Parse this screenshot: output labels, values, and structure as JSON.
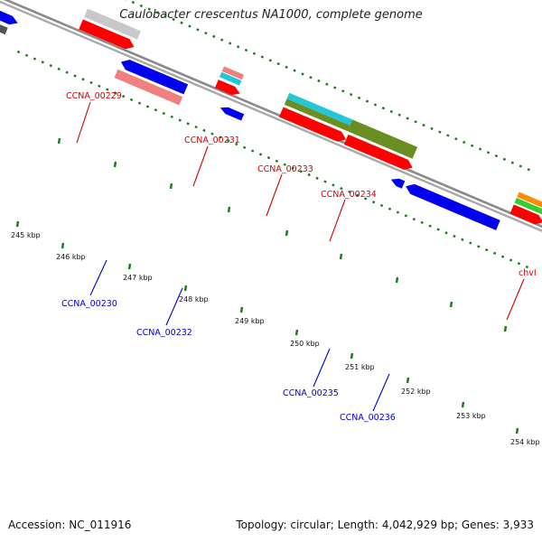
{
  "title": "Caulobacter crescentus NA1000, complete genome",
  "footer": {
    "accession": "Accession: NC_011916",
    "summary": "Topology: circular; Length: 4,042,929 bp; Genes: 3,933"
  },
  "colors": {
    "backbone": "#8a8a8a",
    "tick": "#1a7a1a",
    "label_top": "#d40000",
    "label_bottom": "#0000cc",
    "cds_red": "#ff0000",
    "cds_blue": "#0000ee",
    "gene_pink": "#f08080",
    "gene_grey": "#c8c8c8",
    "gene_cyan": "#22c8d8",
    "gene_olive": "#6b8e23",
    "gene_orange": "#ff8c00",
    "gene_green": "#33cc33",
    "gene_darkgrey": "#555555"
  },
  "kbp_labels": [
    "245 kbp",
    "246 kbp",
    "247 kbp",
    "248 kbp",
    "249 kbp",
    "250 kbp",
    "251 kbp",
    "252 kbp",
    "253 kbp",
    "254 kbp"
  ],
  "gene_labels_top": [
    "CCNA_00229",
    "CCNA_00231",
    "CCNA_00233",
    "CCNA_00234",
    "chvI"
  ],
  "gene_labels_bottom": [
    "CCNA_00230",
    "CCNA_00232",
    "CCNA_00235",
    "CCNA_00236"
  ]
}
